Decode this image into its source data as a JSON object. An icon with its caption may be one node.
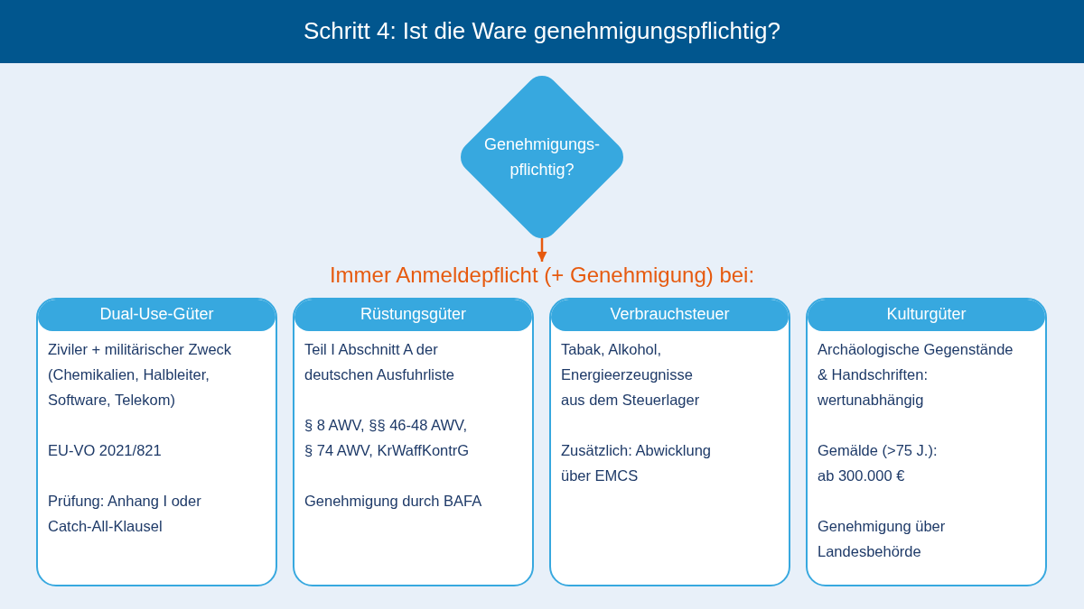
{
  "diagram": {
    "title": "Schritt 4: Ist die Ware genehmigungspflichtig?",
    "nodes": [
      {
        "text": [
          "Genehmigungs- pflichtig?"
        ]
      },
      {
        "text": [
          "Immer Anmeldepflicht (+ Genehmigung) bei:"
        ]
      },
      {
        "text": [
          "Dual-Use-Güter",
          "Ziviler + militärischer Zweck (Chemikalien, Halbleiter, Software, Telekom)",
          "EU-VO 2021/821",
          "Prüfung: Anhang I oder Catch-All-Klausel"
        ]
      },
      {
        "text": [
          "Rüstungsgüter",
          "Teil I Abschnitt A der deutschen Ausfuhrliste",
          "§ 8 AWV, §§ 46-48 AWV, § 74 AWV, KrWaffKontrG",
          "Genehmigung durch BAFA"
        ]
      },
      {
        "text": [
          "Verbrauchsteuer",
          "Tabak, Alkohol, Energieerzeugnisse aus dem Steuerlager",
          "Zusätzlich: Abwicklung über EMCS"
        ]
      },
      {
        "text": [
          "Kulturgüter",
          "Archäologische Gegenstände & Handschriften: wertunabhängig",
          "Gemälde (>75 J.): ab 300.000 €",
          "Genehmigung über Landesbehörde"
        ]
      }
    ],
    "edges": [
      {
        "from": 0,
        "to": 1,
        "arrow": "to",
        "color": "#e65a0f"
      }
    ]
  }
}
